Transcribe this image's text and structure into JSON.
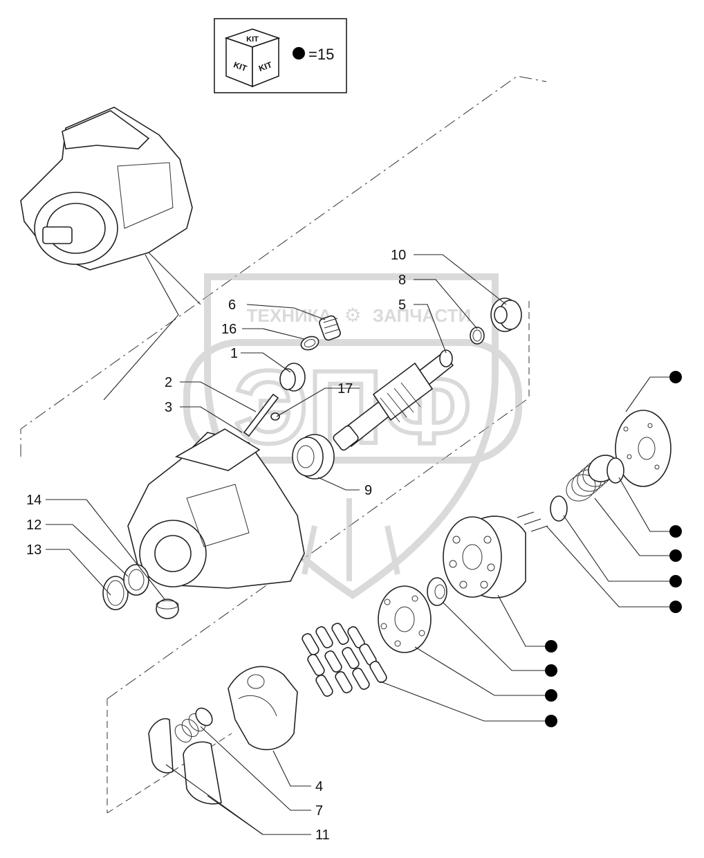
{
  "kit_box": {
    "cube_text": "KIT",
    "legend_value": "=15"
  },
  "watermark": {
    "left_text": "ТЕХНИКА",
    "right_text": "ЗАПЧАСТИ",
    "logo_letters": "ЭПФ"
  },
  "callouts": [
    {
      "id": "10",
      "text": "10"
    },
    {
      "id": "8",
      "text": "8"
    },
    {
      "id": "6",
      "text": "6"
    },
    {
      "id": "5",
      "text": "5"
    },
    {
      "id": "16",
      "text": "16"
    },
    {
      "id": "1",
      "text": "1"
    },
    {
      "id": "2",
      "text": "2"
    },
    {
      "id": "17",
      "text": "17"
    },
    {
      "id": "3",
      "text": "3"
    },
    {
      "id": "9",
      "text": "9"
    },
    {
      "id": "14",
      "text": "14"
    },
    {
      "id": "12",
      "text": "12"
    },
    {
      "id": "13",
      "text": "13"
    },
    {
      "id": "4",
      "text": "4"
    },
    {
      "id": "7",
      "text": "7"
    },
    {
      "id": "11",
      "text": "11"
    }
  ],
  "kit_markers_count": 10,
  "colors": {
    "line": "#222222",
    "watermark": "#c8c8c8",
    "marker": "#000000"
  }
}
